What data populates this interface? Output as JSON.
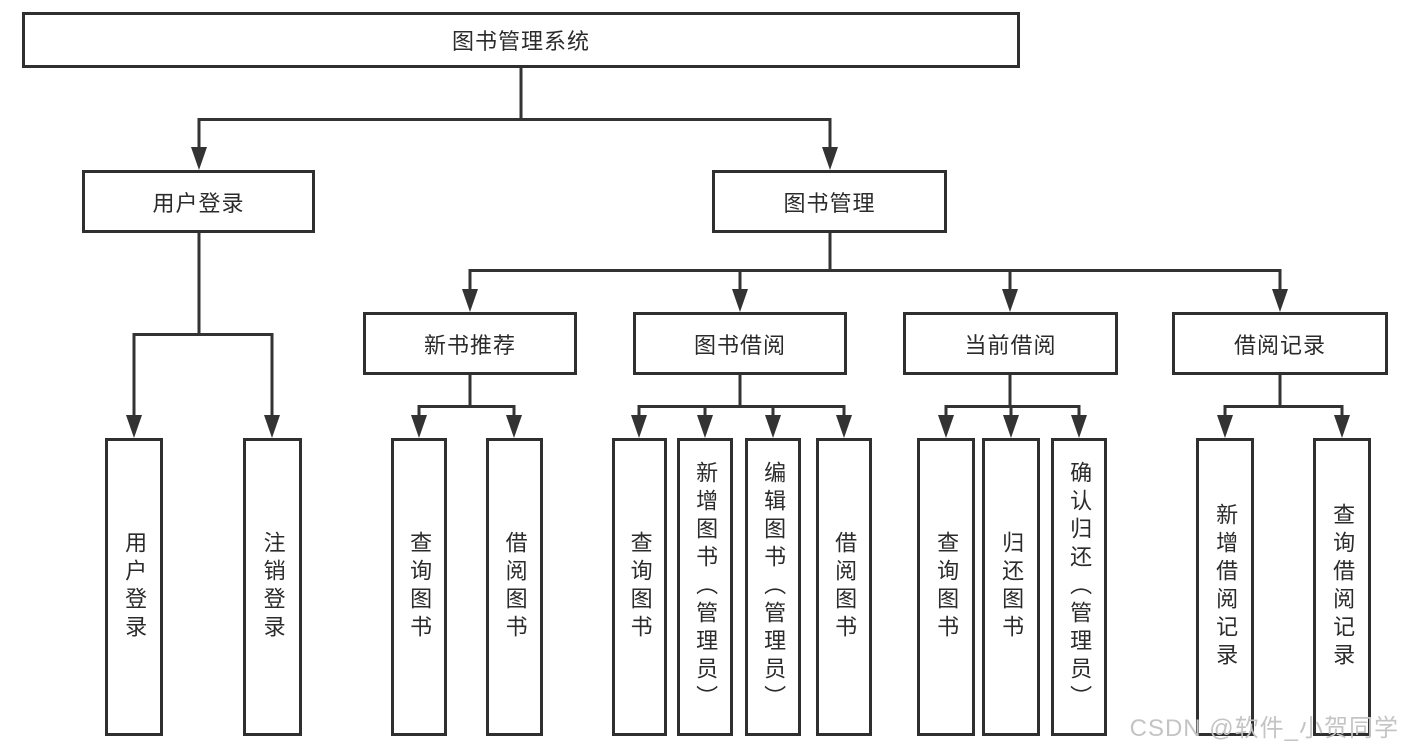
{
  "diagram": {
    "title": "图书管理系统",
    "colors": {
      "line": "#333333",
      "border": "#2f2f2f",
      "text": "#2b2b2b",
      "background": "#ffffff",
      "watermark": "#c4c4c4"
    },
    "root": {
      "label": "图书管理系统"
    },
    "branches": [
      {
        "label": "用户登录",
        "children": [
          {
            "label": "用户登录"
          },
          {
            "label": "注销登录"
          }
        ]
      },
      {
        "label": "图书管理",
        "children": [
          {
            "label": "新书推荐",
            "children": [
              {
                "label": "查询图书"
              },
              {
                "label": "借阅图书"
              }
            ]
          },
          {
            "label": "图书借阅",
            "children": [
              {
                "label": "查询图书"
              },
              {
                "label": "新增图书（管理员）"
              },
              {
                "label": "编辑图书（管理员）"
              },
              {
                "label": "借阅图书"
              }
            ]
          },
          {
            "label": "当前借阅",
            "children": [
              {
                "label": "查询图书"
              },
              {
                "label": "归还图书"
              },
              {
                "label": "确认归还（管理员）"
              }
            ]
          },
          {
            "label": "借阅记录",
            "children": [
              {
                "label": "新增借阅记录"
              },
              {
                "label": "查询借阅记录"
              }
            ]
          }
        ]
      }
    ],
    "watermark": "CSDN @软件_小贺同学"
  }
}
